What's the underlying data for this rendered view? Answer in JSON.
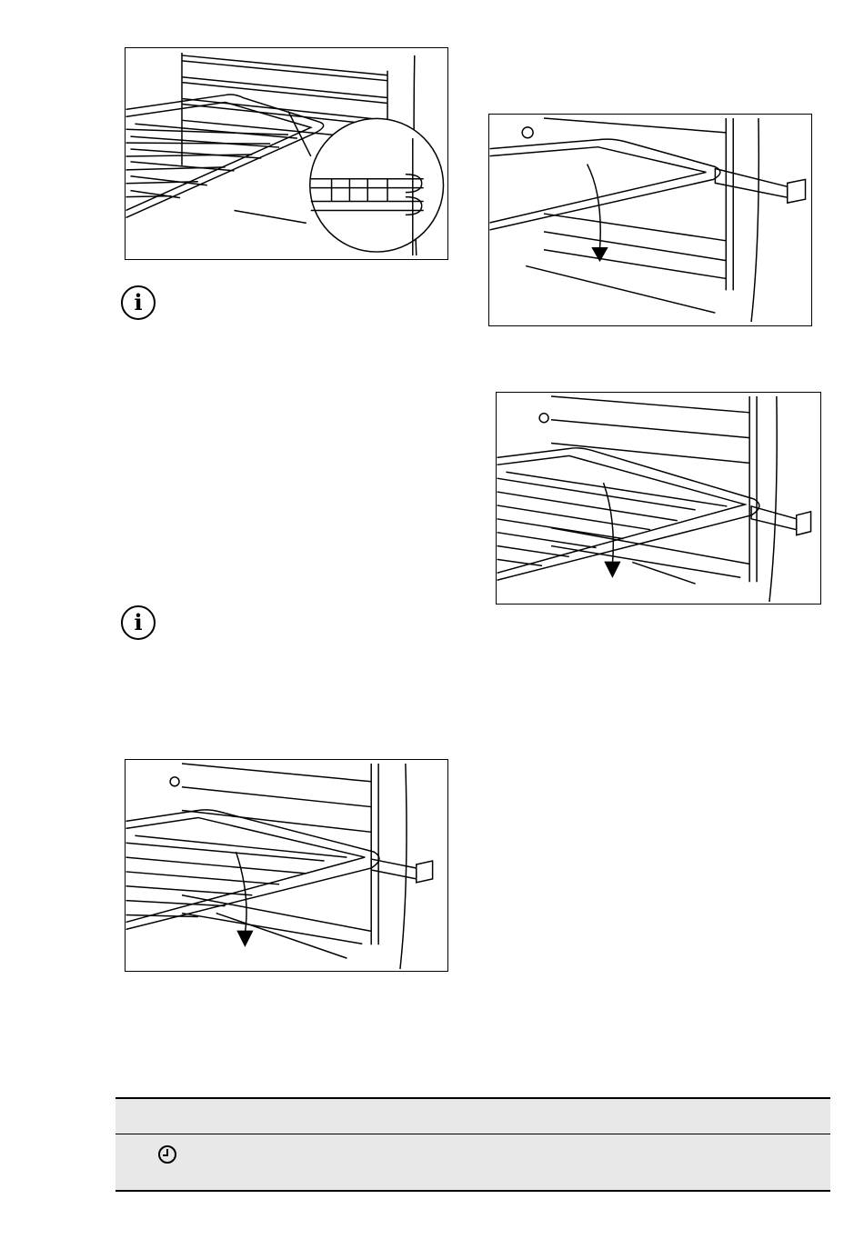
{
  "figures": [
    {
      "id": "fig-shelf-detail",
      "icon": "shelf-detail-illustration"
    },
    {
      "id": "fig-telescopic-runner-1",
      "icon": "telescopic-runner-illustration"
    },
    {
      "id": "fig-telescopic-runner-2",
      "icon": "shelf-on-runner-illustration"
    },
    {
      "id": "fig-telescopic-runner-3",
      "icon": "shelf-on-runner-illustration"
    }
  ],
  "info_notes": [
    {
      "icon": "info-icon",
      "glyph": "i"
    },
    {
      "icon": "info-icon",
      "glyph": "i"
    }
  ],
  "table": {
    "header_background": "#e8e8e8",
    "rows": [
      {
        "icon": "clock-icon"
      }
    ]
  },
  "colors": {
    "line": "#000000",
    "table_fill": "#e8e8e8"
  }
}
